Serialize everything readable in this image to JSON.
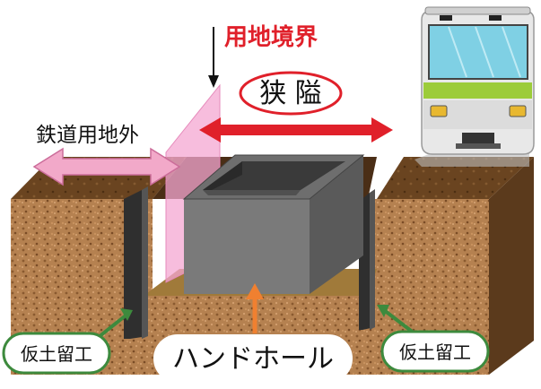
{
  "labels": {
    "boundary": "用地境界",
    "narrow": "狭 隘",
    "outside_railway_land": "鉄道用地外",
    "temp_retaining_left": "仮土留工",
    "temp_retaining_right": "仮土留工",
    "hand_hole": "ハンドホール"
  },
  "colors": {
    "boundary_text": "#e0202a",
    "narrow_ellipse": "#e0202a",
    "narrow_arrow": "#e0202a",
    "outside_arrow": "#f2a9c9",
    "boundary_plane": "#f4a7d2",
    "soil": "#b07a4a",
    "retaining_wall": "#3a3a3a",
    "hand_hole_body": "#6b6b6b",
    "callout_border": "#3d8a3d",
    "hole_arrow": "#f08030",
    "wall_arrow": "#3d8a3d",
    "train_body": "#e8e8e8",
    "train_stripe": "#9ccc3a",
    "train_window": "#7fd0e4"
  }
}
